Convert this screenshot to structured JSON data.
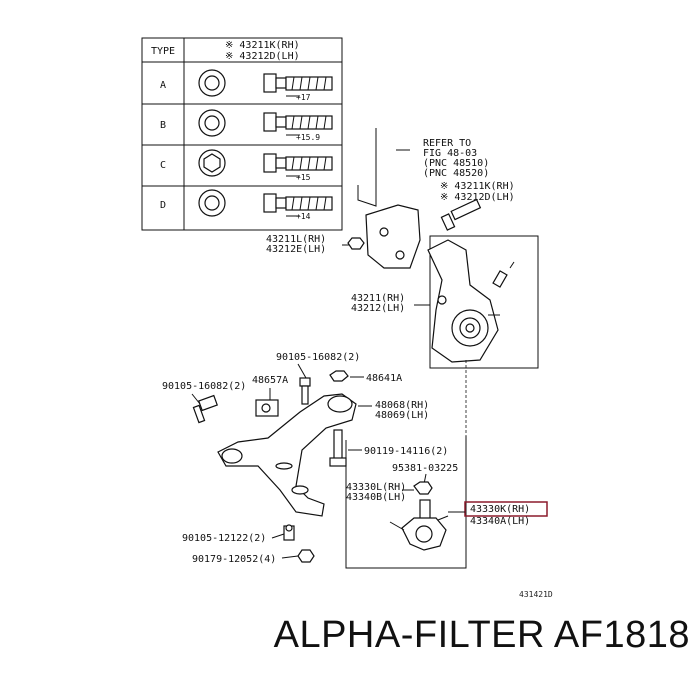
{
  "table": {
    "header_type": "TYPE",
    "header_parts": [
      "※ 43211K(RH)",
      "※ 43212D(LH)"
    ],
    "rows": [
      {
        "type": "A",
        "dim": "+17"
      },
      {
        "type": "B",
        "dim": "+15.9"
      },
      {
        "type": "C",
        "dim": "+15"
      },
      {
        "type": "D",
        "dim": "+14"
      }
    ]
  },
  "callouts": {
    "refer_to": [
      "REFER TO",
      "FIG 48-03",
      "(PNC 48510)",
      "(PNC 48520)"
    ],
    "p43211k": [
      "※ 43211K(RH)",
      "※ 43212D(LH)"
    ],
    "p43211l": [
      "43211L(RH)",
      "43212E(LH)"
    ],
    "p43211": [
      "43211(RH)",
      "43212(LH)"
    ],
    "p90105_16082_top": "90105-16082(2)",
    "p48657a": "48657A",
    "p48641a": "48641A",
    "p90105_16082_left": "90105-16082(2)",
    "p48068": [
      "48068(RH)",
      "48069(LH)"
    ],
    "p90119": "90119-14116(2)",
    "p95381": "95381-03225",
    "p43330l": [
      "43330L(RH)",
      "43340B(LH)"
    ],
    "p43330k": [
      "43330K(RH)",
      "43340A(LH)"
    ],
    "p90105_12122": "90105-12122(2)",
    "p90179": "90179-12052(4)",
    "fig_ref": "431421D"
  },
  "highlight_color": "#8b1a2b",
  "footer": "ALPHA-FILTER AF1818"
}
